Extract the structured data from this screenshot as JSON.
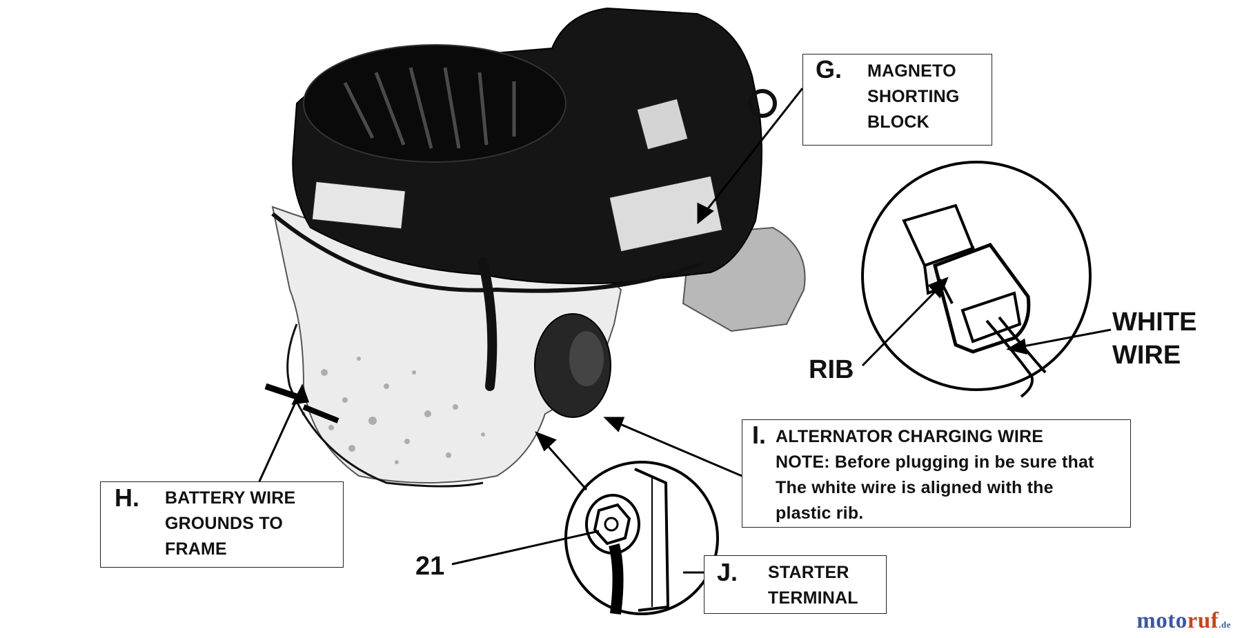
{
  "callouts": {
    "G": {
      "letter": "G.",
      "lines": [
        "MAGNETO",
        "SHORTING",
        "BLOCK"
      ]
    },
    "H": {
      "letter": "H.",
      "lines": [
        "BATTERY WIRE",
        "GROUNDS TO",
        "FRAME"
      ]
    },
    "I": {
      "letter": "I.",
      "lines": [
        "ALTERNATOR CHARGING WIRE",
        "NOTE: Before plugging in be sure that",
        "The white wire is aligned with the",
        "plastic rib."
      ]
    },
    "J": {
      "letter": "J.",
      "lines": [
        "STARTER",
        "TERMINAL"
      ]
    }
  },
  "labels": {
    "rib": "RIB",
    "white_wire": [
      "WHITE",
      "WIRE"
    ],
    "part_number": "21"
  },
  "watermark": {
    "part1": "moto",
    "part2": "ruf",
    "suffix": ".de"
  },
  "colors": {
    "ink": "#111111",
    "watermark_blue": "#3d57a0",
    "watermark_orange": "#c4471f"
  }
}
